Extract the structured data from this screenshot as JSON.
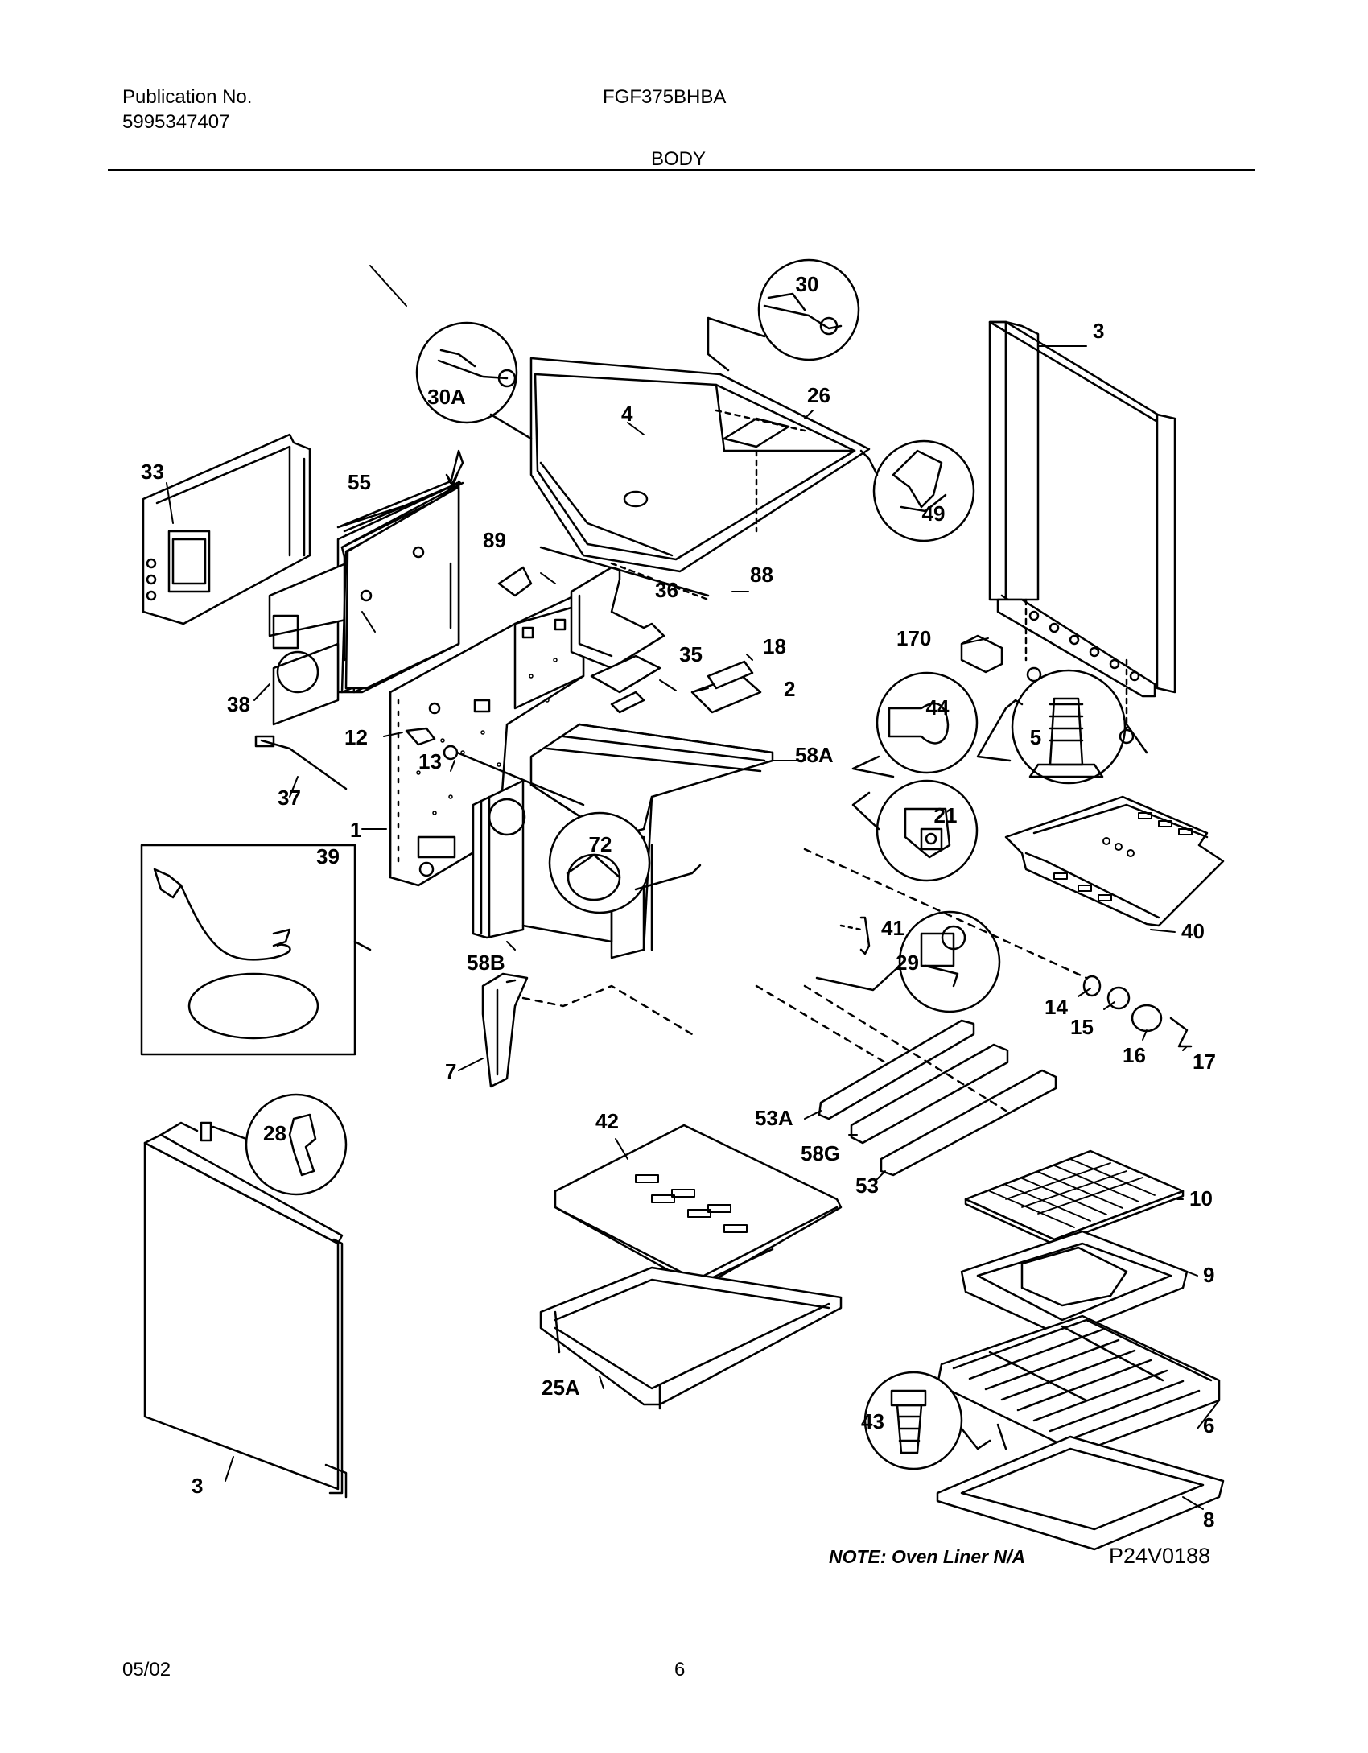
{
  "header": {
    "publication_label": "Publication No.",
    "publication_number": "5995347407",
    "model": "FGF375BHBA",
    "section": "BODY"
  },
  "diagram": {
    "part_labels": {
      "p1": "1",
      "p2": "2",
      "p3a": "3",
      "p3b": "3",
      "p4": "4",
      "p5": "5",
      "p6": "6",
      "p7": "7",
      "p8": "8",
      "p9": "9",
      "p10": "10",
      "p12": "12",
      "p13": "13",
      "p14": "14",
      "p15": "15",
      "p16": "16",
      "p17": "17",
      "p18": "18",
      "p21": "21",
      "p25A": "25A",
      "p26": "26",
      "p28": "28",
      "p29": "29",
      "p30": "30",
      "p30A": "30A",
      "p33": "33",
      "p35": "35",
      "p36": "36",
      "p37": "37",
      "p38": "38",
      "p39": "39",
      "p40": "40",
      "p41": "41",
      "p42": "42",
      "p43": "43",
      "p44": "44",
      "p49": "49",
      "p53": "53",
      "p53A": "53A",
      "p55": "55",
      "p58A": "58A",
      "p58B": "58B",
      "p58G": "58G",
      "p72": "72",
      "p88": "88",
      "p89": "89",
      "p170": "170"
    },
    "note": "NOTE: Oven Liner N/A",
    "drawing_code": "P24V0188"
  },
  "footer": {
    "date": "05/02",
    "page": "6"
  }
}
